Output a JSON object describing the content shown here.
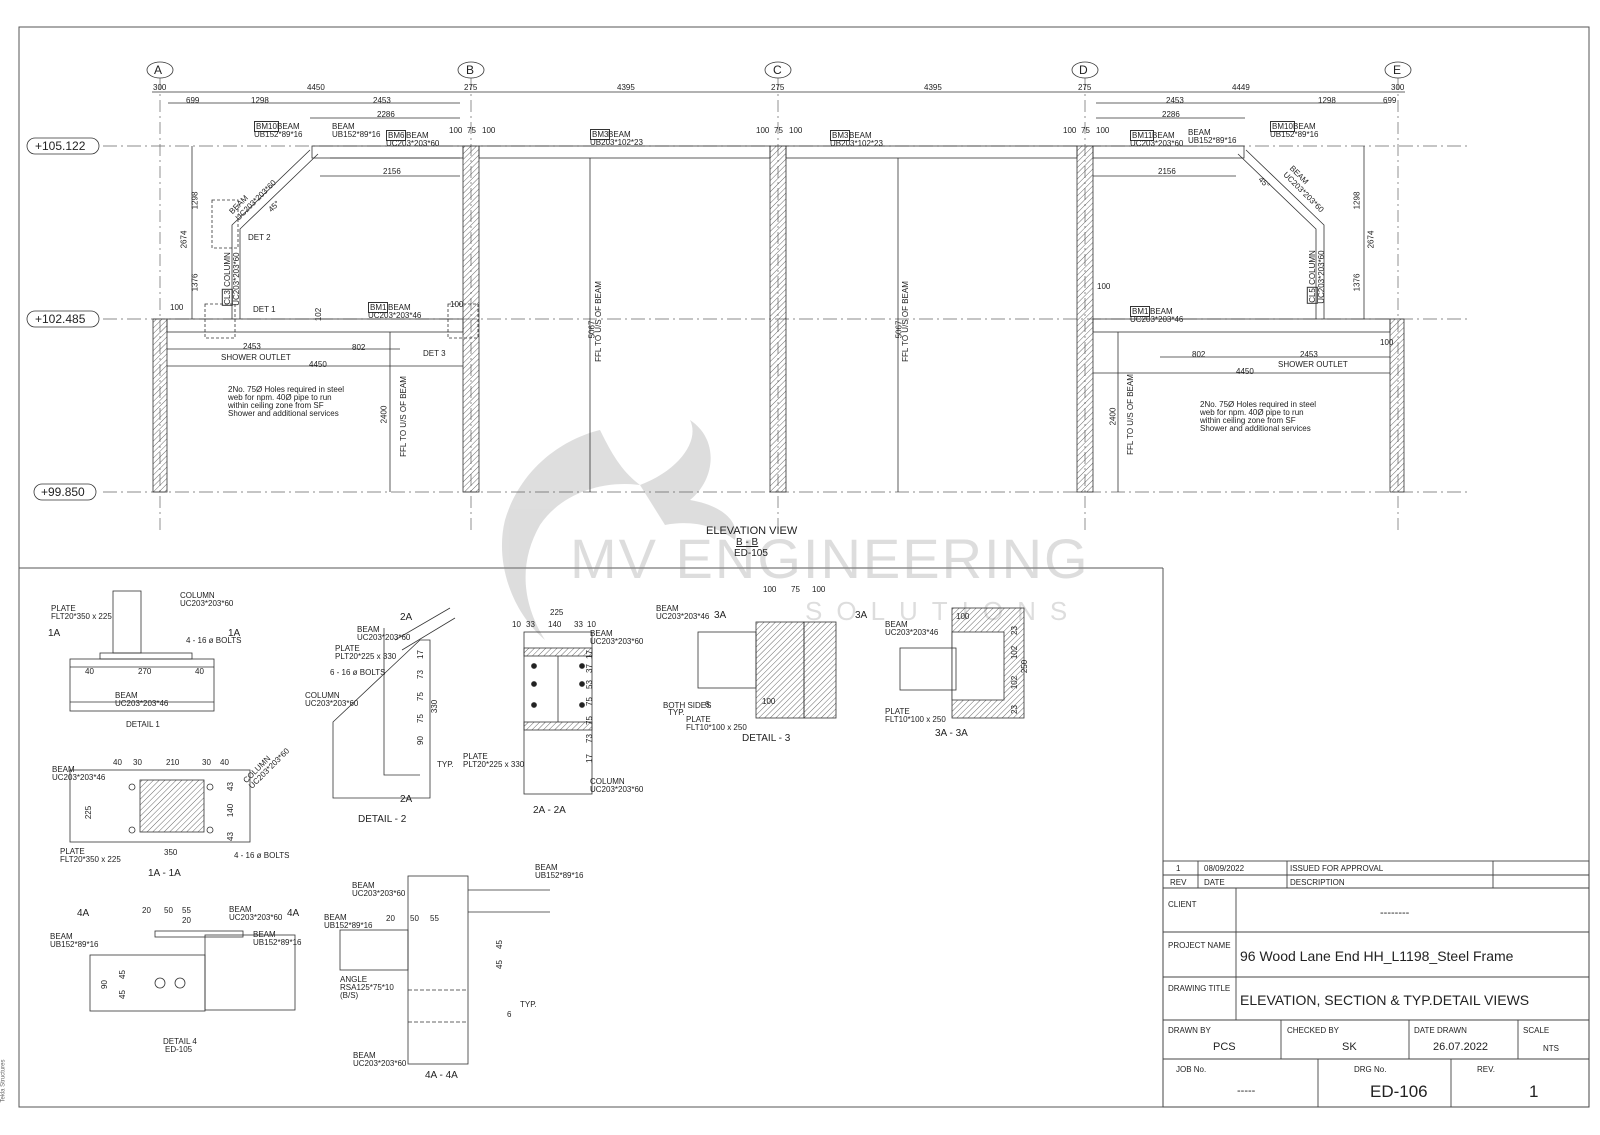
{
  "grid": {
    "A": "A",
    "B": "B",
    "C": "C",
    "D": "D",
    "E": "E"
  },
  "levels": {
    "top": "+105.122",
    "mid": "+102.485",
    "bottom": "+99.850"
  },
  "dims": {
    "d300a": "300",
    "d4450a": "4450",
    "d275a": "275",
    "d4395a": "4395",
    "d275b": "275",
    "d4395b": "4395",
    "d275c": "275",
    "d4449": "4449",
    "d300b": "300",
    "d699a": "699",
    "d1298a": "1298",
    "d2453a": "2453",
    "d2286a": "2286",
    "d100a": "100",
    "d75a": "75",
    "d100b": "100",
    "d100c": "100",
    "d75b": "75",
    "d100d": "100",
    "d100e": "100",
    "d75c": "75",
    "d100f": "100",
    "d2453b": "2453",
    "d1298b": "1298",
    "d699b": "699",
    "d2286b": "2286",
    "d2156a": "2156",
    "d2156b": "2156",
    "d1298c": "1298",
    "d2674a": "2674",
    "d1376a": "1376",
    "d1298d": "1298",
    "d2674b": "2674",
    "d1376b": "1376",
    "d100g": "100",
    "d102": "102",
    "d802a": "802",
    "d2453c": "2453",
    "d4450b": "4450",
    "d100h": "100",
    "d802b": "802",
    "d2453d": "2453",
    "d4450c": "4450",
    "d100i": "100",
    "d5067a": "5067",
    "d5067b": "5067",
    "d2400a": "2400",
    "d2400b": "2400",
    "d45a": "45°",
    "d45b": "45°"
  },
  "labels": {
    "bm10a": "BM10",
    "bm10a_t": "BEAM",
    "bm10a_s": "UB152*89*16",
    "beam_l1": "BEAM",
    "beam_l1s": "UB152*89*16",
    "bm6": "BM6",
    "bm6_t": "BEAM",
    "bm6_s": "UC203*203*60",
    "bm3a": "BM3",
    "bm3a_t": "BEAM",
    "bm3a_s": "UB203*102*23",
    "bm3b": "BM3",
    "bm3b_t": "BEAM",
    "bm3b_s": "UB203*102*23",
    "bm11": "BM11",
    "bm11_t": "BEAM",
    "bm11_s": "UC203*203*60",
    "beam_r1": "BEAM",
    "beam_r1s": "UB152*89*16",
    "bm10b": "BM10",
    "bm10b_t": "BEAM",
    "bm10b_s": "UB152*89*16",
    "diag_l": "BEAM",
    "diag_ls": "UC203*203*60",
    "diag_r": "BEAM",
    "diag_rs": "UC203*203*60",
    "cl3": "CL3",
    "cl3_t": "COLUMN",
    "cl3_s": "UC203*203*60",
    "cl5": "CL5",
    "cl5_t": "COLUMN",
    "cl5_s": "UC203*203*60",
    "det2": "DET 2",
    "det1": "DET 1",
    "det3": "DET 3",
    "bm1a": "BM1",
    "bm1a_t": "BEAM",
    "bm1a_s": "UC203*203*46",
    "bm1b": "BM1",
    "bm1b_t": "BEAM",
    "bm1b_s": "UC203*203*46",
    "shower_a": "SHOWER OUTLET",
    "shower_b": "SHOWER OUTLET",
    "ffl1": "FFL TO U/S OF BEAM",
    "ffl2": "FFL TO U/S OF BEAM",
    "ffl3": "FFL TO U/S OF BEAM",
    "ffl4": "FFL TO U/S OF BEAM",
    "note_a1": "2No. 75Ø Holes required in steel",
    "note_a2": "web for npm. 40Ø pipe to run",
    "note_a3": "within ceiling zone from SF",
    "note_a4": "Shower and additional services",
    "note_b1": "2No. 75Ø Holes required in steel",
    "note_b2": "web for npm. 40Ø pipe to run",
    "note_b3": "within ceiling zone from SF",
    "note_b4": "Shower and additional services",
    "elev_title": "ELEVATION VIEW",
    "elev_sub": "B - B",
    "elev_ref": "ED-105"
  },
  "details": {
    "d1_plate": "PLATE",
    "d1_plate_s": "FLT20*350 x 225",
    "d1_col": "COLUMN",
    "d1_col_s": "UC203*203*60",
    "d1_1a_l": "1A",
    "d1_1a_r": "1A",
    "d1_bolts": "4 - 16 ø BOLTS",
    "d1_40a": "40",
    "d1_270": "270",
    "d1_40b": "40",
    "d1_beam": "BEAM",
    "d1_beam_s": "UC203*203*46",
    "d1_title": "DETAIL 1",
    "s1a_beam": "BEAM",
    "s1a_beam_s": "UC203*203*46",
    "s1a_40a": "40",
    "s1a_30a": "30",
    "s1a_210": "210",
    "s1a_30b": "30",
    "s1a_40b": "40",
    "s1a_col": "COLUMN",
    "s1a_col_s": "UC203*203*60",
    "s1a_225": "225",
    "s1a_43a": "43",
    "s1a_140": "140",
    "s1a_43b": "43",
    "s1a_plate": "PLATE",
    "s1a_plate_s": "FLT20*350 x 225",
    "s1a_350": "350",
    "s1a_bolts": "4 - 16 ø BOLTS",
    "s1a_title": "1A - 1A",
    "d2_2a_t": "2A",
    "d2_beam": "BEAM",
    "d2_beam_s": "UC203*203*60",
    "d2_plate": "PLATE",
    "d2_plate_s": "PLT20*225 x 330",
    "d2_bolts": "6 - 16 ø BOLTS",
    "d2_col": "COLUMN",
    "d2_col_s": "UC203*203*60",
    "d2_17": "17",
    "d2_73a": "73",
    "d2_75a": "75",
    "d2_75b": "75",
    "d2_90": "90",
    "d2_330": "330",
    "d2_typ": "TYP.",
    "d2_2a_b": "2A",
    "d2_title": "DETAIL - 2",
    "s2a_10a": "10",
    "s2a_33a": "33",
    "s2a_140": "140",
    "s2a_33b": "33",
    "s2a_10b": "10",
    "s2a_225": "225",
    "s2a_beam": "BEAM",
    "s2a_beam_s": "UC203*203*60",
    "s2a_17a": "17",
    "s2a_37": "37",
    "s2a_53": "53",
    "s2a_75a": "75",
    "s2a_75b": "75",
    "s2a_73": "73",
    "s2a_17b": "17",
    "s2a_plate": "PLATE",
    "s2a_plate_s": "PLT20*225 x 330",
    "s2a_col": "COLUMN",
    "s2a_col_s": "UC203*203*60",
    "s2a_title": "2A - 2A",
    "d3_beam": "BEAM",
    "d3_beam_s": "UC203*203*46",
    "d3_3a": "3A",
    "d3_100a": "100",
    "d3_75": "75",
    "d3_100b": "100",
    "d3_100c": "100",
    "d3_both": "BOTH SIDES",
    "d3_typ": "TYP.",
    "d3_6": "6",
    "d3_plate": "PLATE",
    "d3_plate_s": "FLT10*100 x 250",
    "d3_title": "DETAIL - 3",
    "s3a_3a": "3A",
    "s3a_beam": "BEAM",
    "s3a_beam_s": "UC203*203*46",
    "s3a_100": "100",
    "s3a_23a": "23",
    "s3a_102a": "102",
    "s3a_102b": "102",
    "s3a_23b": "23",
    "s3a_250": "250",
    "s3a_plate": "PLATE",
    "s3a_plate_s": "FLT10*100 x 250",
    "s3a_title": "3A - 3A",
    "d4_4a_l": "4A",
    "d4_4a_r": "4A",
    "d4_20a": "20",
    "d4_50": "50",
    "d4_55": "55",
    "d4_20b": "20",
    "d4_beam1": "BEAM",
    "d4_beam1_s": "UC203*203*60",
    "d4_beam2": "BEAM",
    "d4_beam2_s": "UB152*89*16",
    "d4_beam3": "BEAM",
    "d4_beam3_s": "UB152*89*16",
    "d4_45a": "45",
    "d4_90": "90",
    "d4_45b": "45",
    "d4_title": "DETAIL 4",
    "d4_ref": "ED-105",
    "s4a_beam1": "BEAM",
    "s4a_beam1_s": "UC203*203*60",
    "s4a_beam2": "BEAM",
    "s4a_beam2_s": "UB152*89*16",
    "s4a_beam3": "BEAM",
    "s4a_beam3_s": "UB152*89*16",
    "s4a_20": "20",
    "s4a_50": "50",
    "s4a_55": "55",
    "s4a_45a": "45",
    "s4a_45b": "45",
    "s4a_angle": "ANGLE",
    "s4a_angle_s": "RSA125*75*10",
    "s4a_angle_b": "(B/S)",
    "s4a_typ": "TYP.",
    "s4a_6": "6",
    "s4a_beam4": "BEAM",
    "s4a_beam4_s": "UC203*203*60",
    "s4a_title": "4A - 4A"
  },
  "watermark": {
    "main": "MV ENGINEERING",
    "sub": "SOLUTIONS"
  },
  "sidebar_text": "Tekla Structures",
  "title_block": {
    "rev_no": "1",
    "rev_date": "08/09/2022",
    "rev_desc": "ISSUED FOR APPROVAL",
    "h_rev": "REV",
    "h_date": "DATE",
    "h_desc": "DESCRIPTION",
    "client_label": "CLIENT",
    "client_value": "--------",
    "project_label": "PROJECT NAME",
    "project_value": "96 Wood Lane End HH_L1198_Steel Frame",
    "title_label": "DRAWING TITLE",
    "title_value": "ELEVATION, SECTION & TYP.DETAIL VIEWS",
    "drawn_label": "DRAWN BY",
    "drawn_value": "PCS",
    "checked_label": "CHECKED BY",
    "checked_value": "SK",
    "date_label": "DATE DRAWN",
    "date_value": "26.07.2022",
    "scale_label": "SCALE",
    "scale_value": "NTS",
    "job_label": "JOB No.",
    "job_value": "-----",
    "drg_label": "DRG No.",
    "drg_value": "ED-106",
    "rev_label": "REV.",
    "rev_value": "1"
  }
}
